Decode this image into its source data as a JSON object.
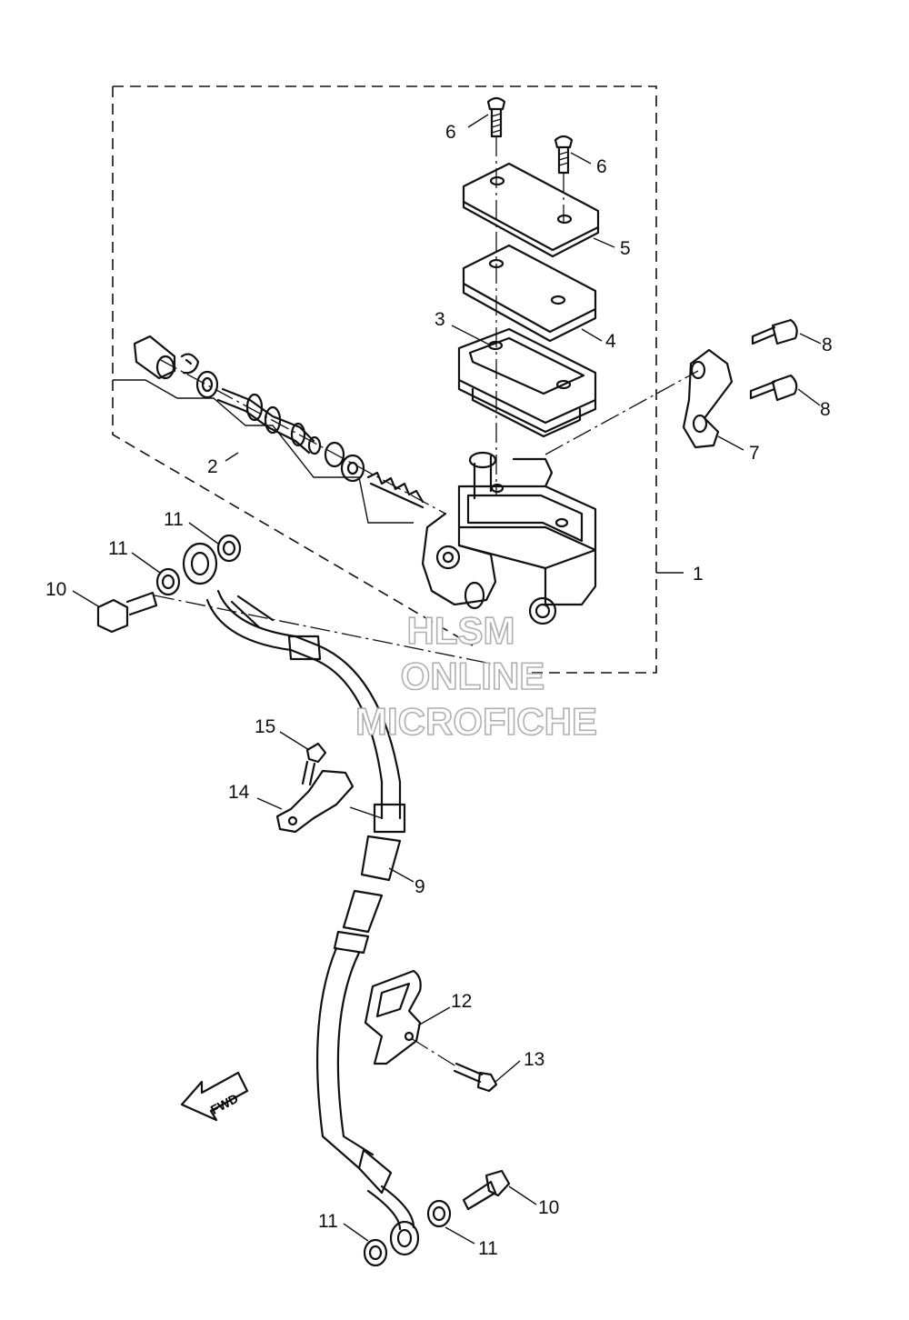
{
  "callouts": {
    "c1": "1",
    "c2": "2",
    "c3": "3",
    "c4": "4",
    "c5": "5",
    "c6a": "6",
    "c6b": "6",
    "c7": "7",
    "c8a": "8",
    "c8b": "8",
    "c9": "9",
    "c10a": "10",
    "c10b": "10",
    "c11a": "11",
    "c11b": "11",
    "c11c": "11",
    "c11d": "11",
    "c12": "12",
    "c13": "13",
    "c14": "14",
    "c15": "15"
  },
  "fwd_label": "FWD",
  "watermark": {
    "line1": "HLSM",
    "line2": "ONLINE",
    "line3": "MICROFICHE"
  }
}
